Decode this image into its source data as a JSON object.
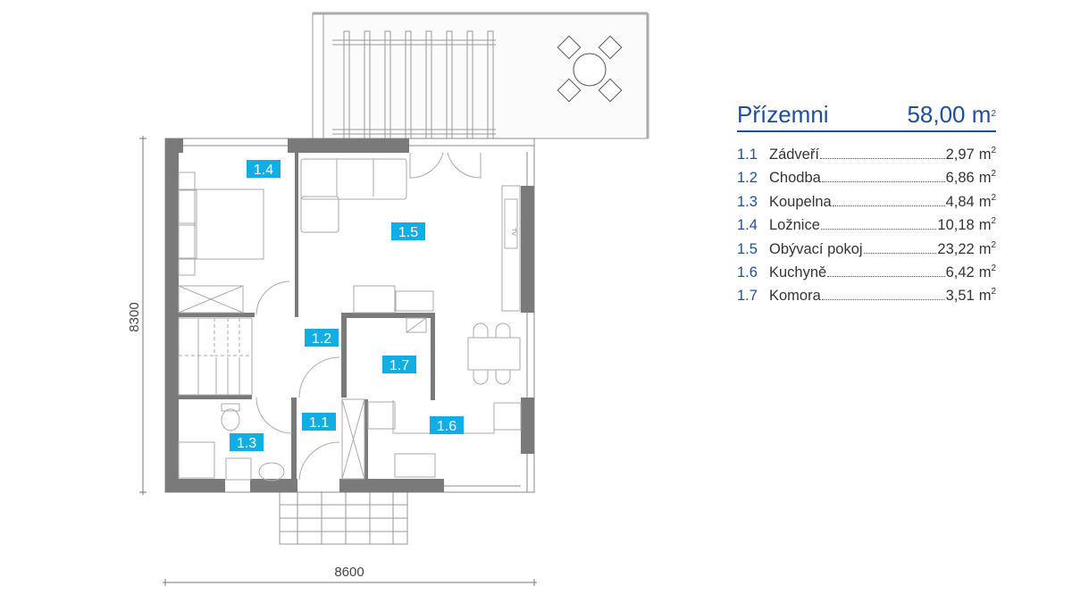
{
  "plan": {
    "dimensions": {
      "height": "8300",
      "width": "8600"
    },
    "rooms": [
      {
        "id": "1.1"
      },
      {
        "id": "1.2"
      },
      {
        "id": "1.3"
      },
      {
        "id": "1.4"
      },
      {
        "id": "1.5"
      },
      {
        "id": "1.6"
      },
      {
        "id": "1.7"
      }
    ],
    "tv_label": "TV"
  },
  "legend": {
    "title": "Přízemni",
    "total_value": "58,00",
    "unit": "m",
    "unit_exp": "2",
    "rows": [
      {
        "num": "1.1",
        "name": "Zádveří",
        "area": "2,97"
      },
      {
        "num": "1.2",
        "name": "Chodba",
        "area": "6,86"
      },
      {
        "num": "1.3",
        "name": "Koupelna",
        "area": "4,84"
      },
      {
        "num": "1.4",
        "name": "Ložnice",
        "area": "10,18"
      },
      {
        "num": "1.5",
        "name": "Obývací pokoj",
        "area": "23,22"
      },
      {
        "num": "1.6",
        "name": "Kuchyně",
        "area": "6,42"
      },
      {
        "num": "1.7",
        "name": "Komora",
        "area": "3,51"
      }
    ]
  },
  "colors": {
    "accent": "#11aee6",
    "heading": "#1f4e9c",
    "wall": "#7a7a7a"
  }
}
